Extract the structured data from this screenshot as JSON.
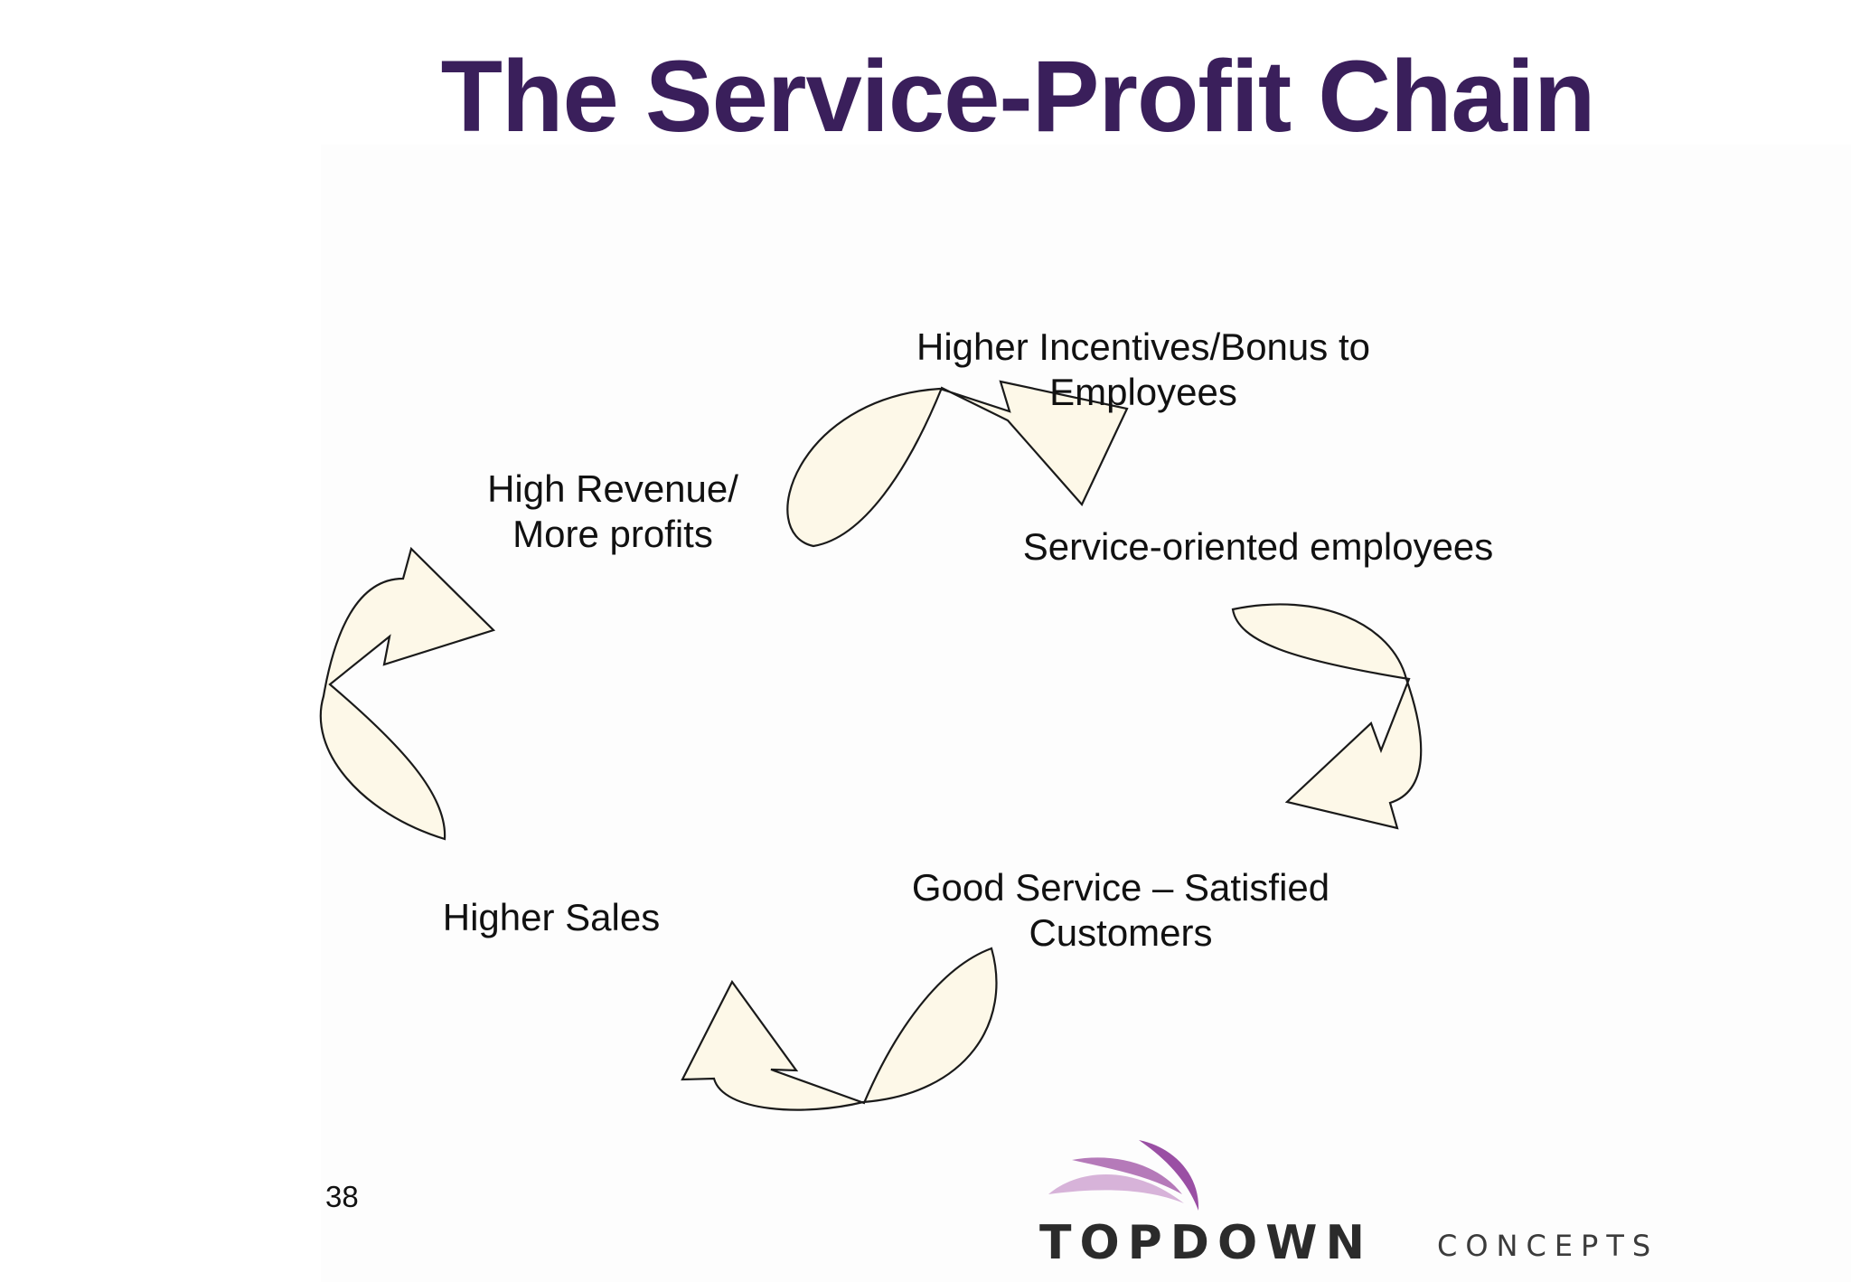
{
  "slide": {
    "title": "The Service-Profit Chain",
    "page_number": "38"
  },
  "diagram": {
    "type": "cycle",
    "colors": {
      "arrow_fill": "#fdf8e8",
      "arrow_stroke": "#1a1a1a",
      "title": "#3a1f5b"
    },
    "nodes": [
      {
        "id": "incentives",
        "line1": "Higher Incentives/Bonus to",
        "line2": "Employees"
      },
      {
        "id": "employees",
        "line1": "Service-oriented employees"
      },
      {
        "id": "customers",
        "line1": "Good Service – Satisfied",
        "line2": "Customers"
      },
      {
        "id": "sales",
        "line1": "Higher Sales"
      },
      {
        "id": "revenue",
        "line1": "High Revenue/",
        "line2": "More profits"
      }
    ]
  },
  "logo": {
    "word1": "TOPDOWN",
    "word2": "CONCEPTS",
    "colors": {
      "leaf_dark": "#9a4fa4",
      "leaf_light": "#d7b3d9",
      "text": "#2b2b2b"
    }
  }
}
